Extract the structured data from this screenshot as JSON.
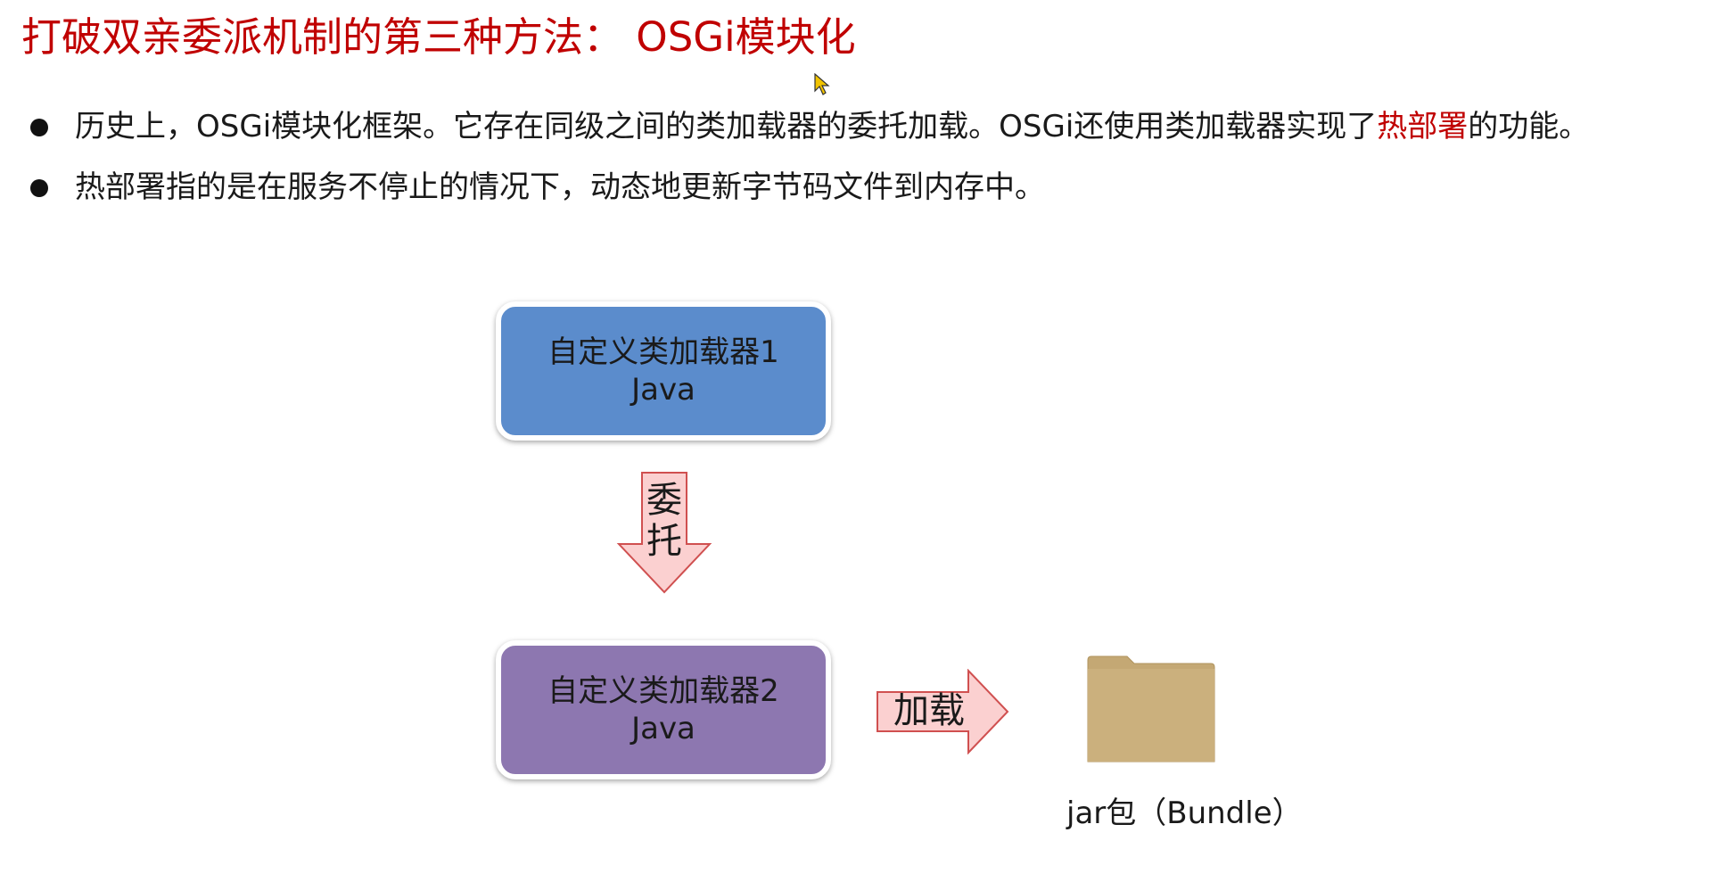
{
  "slide": {
    "title": "打破双亲委派机制的第三种方法： OSGi模块化",
    "bullets": [
      {
        "text_before": "历史上，OSGi模块化框架。它存在同级之间的类加载器的委托加载。OSGi还使用类加载器实现了",
        "highlight": "热部署",
        "text_after": "的功能。"
      },
      {
        "text_before": "热部署指的是在服务不停止的情况下，动态地更新字节码文件到内存中。",
        "highlight": "",
        "text_after": ""
      }
    ],
    "title_color": "#c00000",
    "highlight_color": "#c00000"
  },
  "diagram": {
    "loader1": {
      "line1": "自定义类加载器1",
      "line2": "Java",
      "color": "#5b8ccc"
    },
    "delegate_arrow": {
      "line1": "委",
      "line2": "托"
    },
    "loader2": {
      "line1": "自定义类加载器2",
      "line2": "Java",
      "color": "#8d77b0"
    },
    "load_arrow": {
      "label": "加载"
    },
    "jar": {
      "caption": "jar包（Bundle）",
      "icon": "folder-icon",
      "color": "#c9ad7a"
    },
    "arrow_fill": "#fbd0d0",
    "arrow_stroke": "#d05050"
  }
}
